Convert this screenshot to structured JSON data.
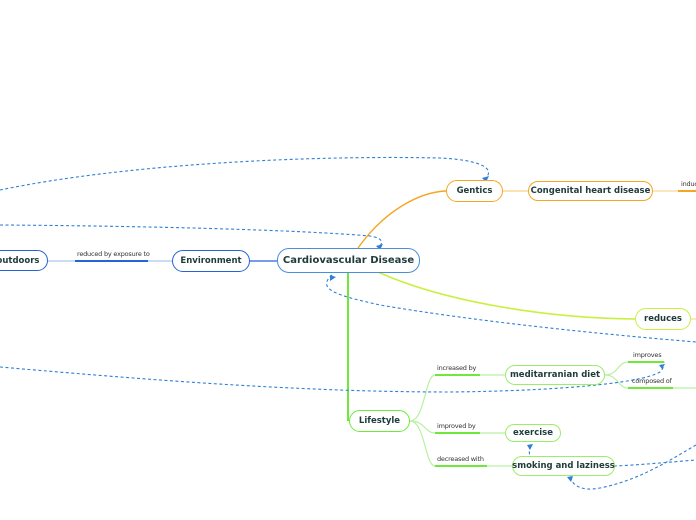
{
  "colors": {
    "central": "#4a90d9",
    "environment": "#2563d6",
    "genetics": "#f5a623",
    "reduces": "#c8f03c",
    "lifestyle": "#6ee83a",
    "relationship": "#2f7fd6",
    "text": "#1f3b3a"
  },
  "central": {
    "label": "Cardiovascular Disease"
  },
  "nodes": {
    "outdoors": {
      "label": "outdoors"
    },
    "environment": {
      "label": "Environment"
    },
    "genetics": {
      "label": "Gentics"
    },
    "congenital": {
      "label": "Congenital heart disease"
    },
    "reduces": {
      "label": "reduces"
    },
    "lifestyle": {
      "label": "Lifestyle"
    },
    "diet": {
      "label": "meditarranian diet"
    },
    "exercise": {
      "label": "exercise"
    },
    "smoking": {
      "label": "smoking and laziness"
    }
  },
  "edge_labels": {
    "reduced_by_exposure": "reduced by exposure to",
    "induces": "induc",
    "increased_by": "increased by",
    "improved_by": "improved by",
    "decreased_with": "decreased with",
    "improves": "improves",
    "composed_of": "composed of"
  }
}
